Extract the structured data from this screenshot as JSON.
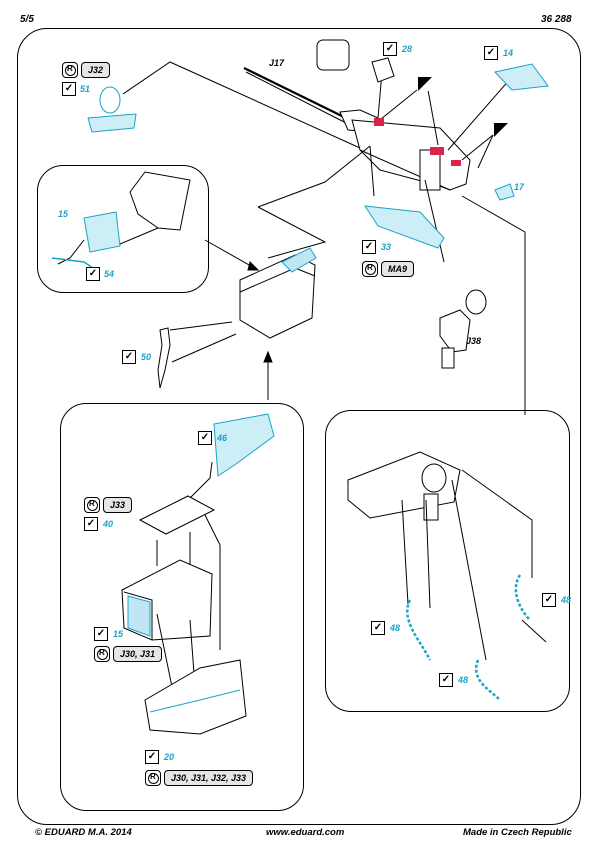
{
  "header": {
    "page": "5/5",
    "code": "36 288"
  },
  "footer": {
    "copyright": "© EDUARD  M.A. 2014",
    "website": "www.eduard.com",
    "origin": "Made in Czech Republic"
  },
  "parts": {
    "p28": "28",
    "p14": "14",
    "p17": "17",
    "p51": "51",
    "p15a": "15",
    "p54": "54",
    "p33": "33",
    "p50": "50",
    "p46": "46",
    "p40": "40",
    "p15b": "15",
    "p20": "20",
    "p48a": "48",
    "p48b": "48",
    "p48c": "48"
  },
  "resin": {
    "j32": "J32",
    "ma9": "MA9",
    "j33": "J33",
    "j30j31": "J30, J31",
    "jall": "J30, J31, J32, J33"
  },
  "labels": {
    "j17": "J17",
    "j38": "J38"
  },
  "colors": {
    "etch": "#1aa3c8",
    "paint_red": "#d9254a",
    "bg": "#ffffff",
    "line": "#000000"
  }
}
